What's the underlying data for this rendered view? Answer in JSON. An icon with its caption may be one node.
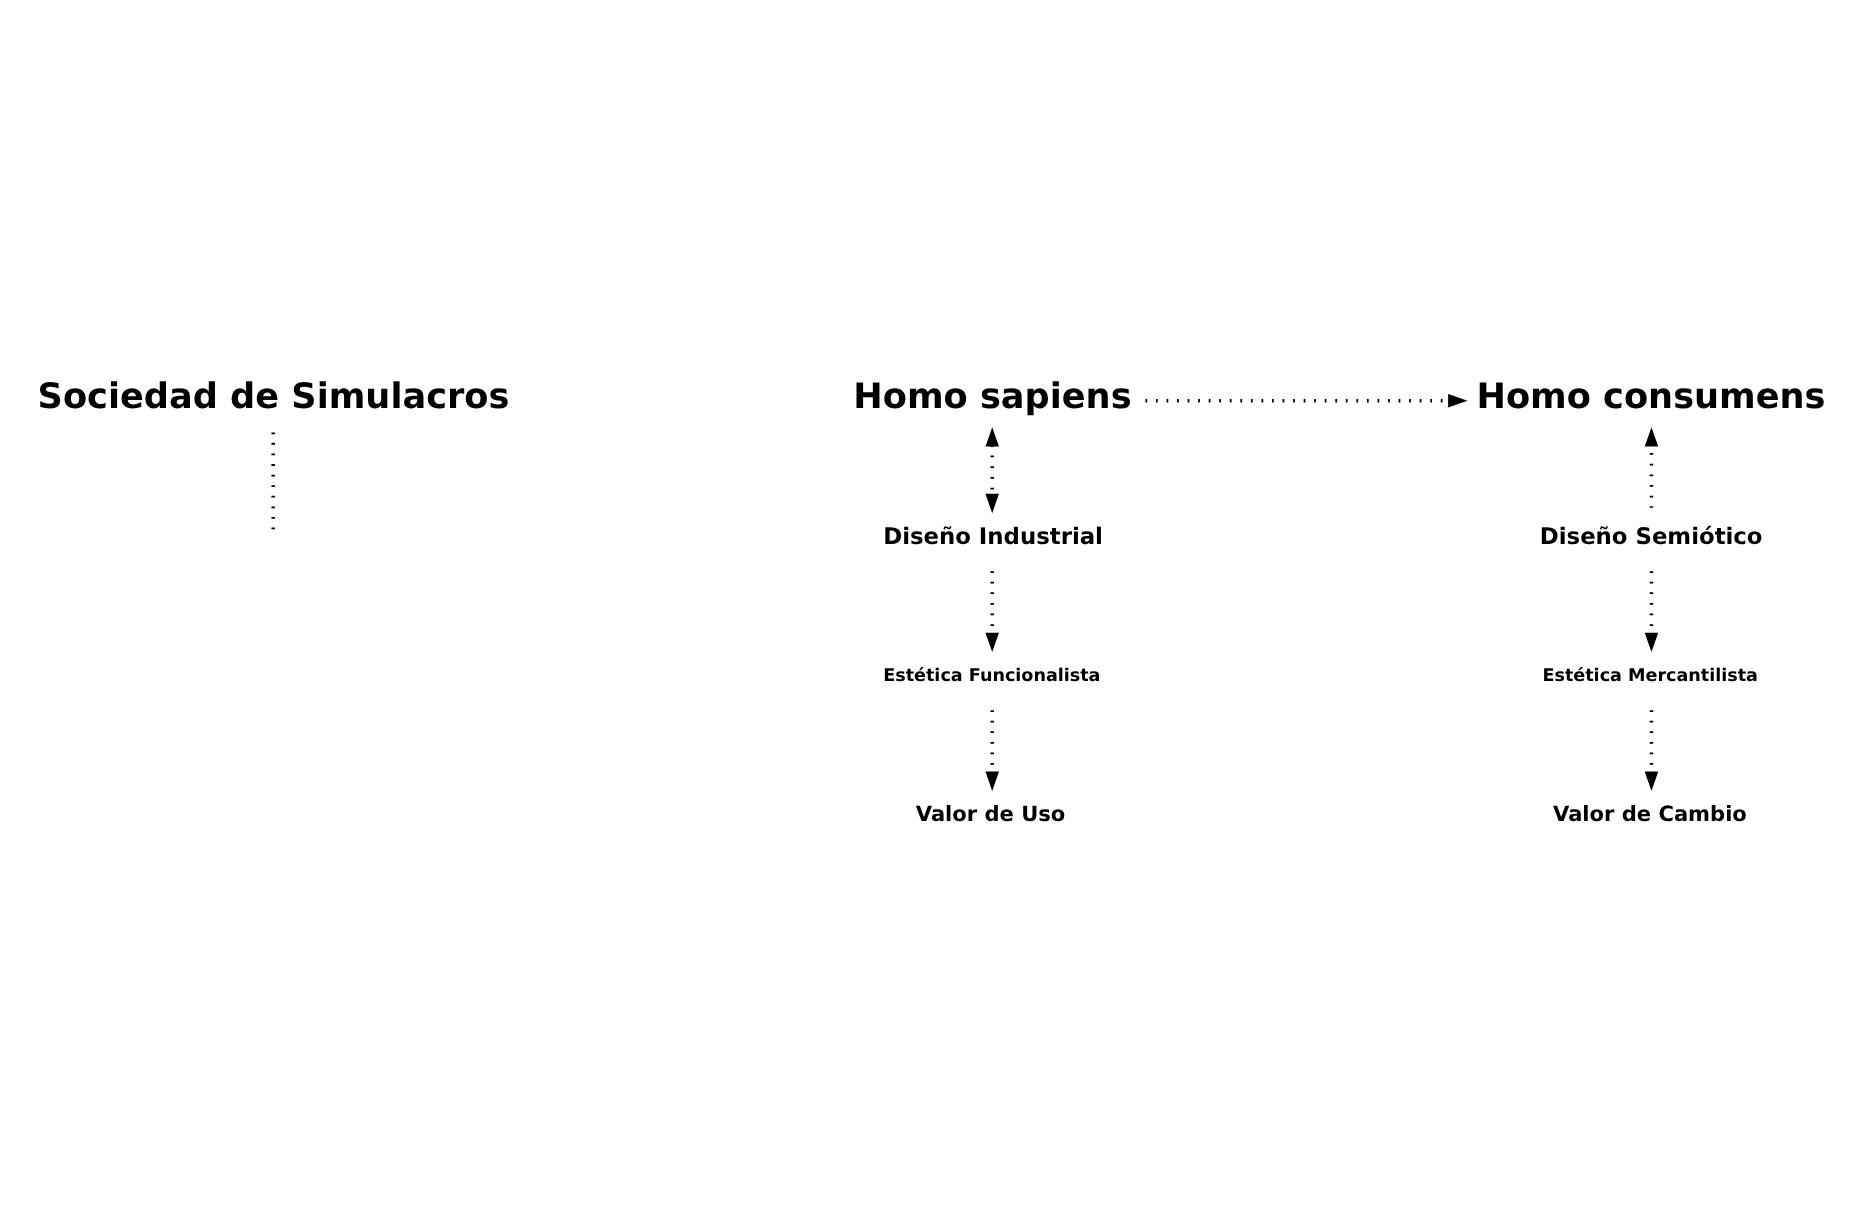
{
  "diagram": {
    "nodes": [
      {
        "text": [
          "Sociedad de Simulacros"
        ]
      },
      {
        "text": [
          "Homo sapiens"
        ]
      },
      {
        "text": [
          "Homo consumens"
        ]
      },
      {
        "text": [
          "Diseño Industrial"
        ]
      },
      {
        "text": [
          "Estética Funcionalista"
        ]
      },
      {
        "text": [
          "Valor de Uso"
        ]
      },
      {
        "text": [
          "Diseño Semiótico"
        ]
      },
      {
        "text": [
          "Estética Mercantilista"
        ]
      },
      {
        "text": [
          "Valor de Cambio"
        ]
      }
    ],
    "edges": [
      {
        "from": 1,
        "to": 2,
        "arrow": "to"
      },
      {
        "from": 0,
        "to": null,
        "arrow": "none"
      },
      {
        "from": 1,
        "to": 3,
        "arrow": "both"
      },
      {
        "from": 3,
        "to": 4,
        "arrow": "to"
      },
      {
        "from": 4,
        "to": 5,
        "arrow": "to"
      },
      {
        "from": 6,
        "to": 2,
        "arrow": "to"
      },
      {
        "from": 6,
        "to": 7,
        "arrow": "to"
      },
      {
        "from": 7,
        "to": 8,
        "arrow": "to"
      }
    ]
  }
}
